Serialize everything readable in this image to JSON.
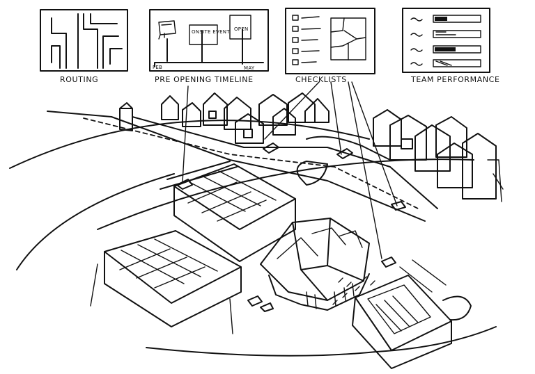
{
  "panels": [
    {
      "label": "ROUTING"
    },
    {
      "label": "PRE OPENING TIMELINE",
      "annotations": [
        "ONSITE EVENT",
        "OPEN",
        "FEB",
        "MAY"
      ]
    },
    {
      "label": "CHECKLISTS"
    },
    {
      "label": "TEAM PERFORMANCE"
    }
  ],
  "colors": {
    "ink": "#111111",
    "paper": "#ffffff"
  }
}
